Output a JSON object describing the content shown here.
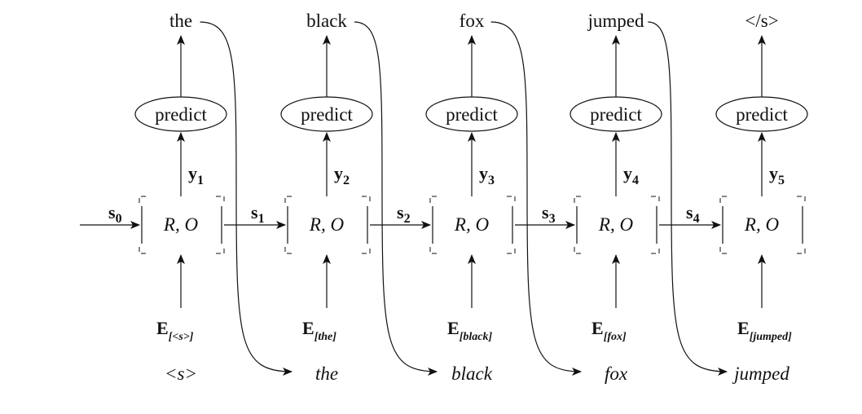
{
  "timesteps": [
    {
      "output": "the",
      "predict": "predict",
      "y_base": "y",
      "y_sub": "1",
      "cell": "R, O",
      "emb_base": "E",
      "emb_sub": "[<s>]",
      "input": "<s>"
    },
    {
      "output": "black",
      "predict": "predict",
      "y_base": "y",
      "y_sub": "2",
      "cell": "R, O",
      "emb_base": "E",
      "emb_sub": "[the]",
      "input": "the"
    },
    {
      "output": "fox",
      "predict": "predict",
      "y_base": "y",
      "y_sub": "3",
      "cell": "R, O",
      "emb_base": "E",
      "emb_sub": "[black]",
      "input": "black"
    },
    {
      "output": "jumped",
      "predict": "predict",
      "y_base": "y",
      "y_sub": "4",
      "cell": "R, O",
      "emb_base": "E",
      "emb_sub": "[fox]",
      "input": "fox"
    },
    {
      "output": "</s>",
      "predict": "predict",
      "y_base": "y",
      "y_sub": "5",
      "cell": "R, O",
      "emb_base": "E",
      "emb_sub": "[jumped]",
      "input": "jumped"
    }
  ],
  "states": [
    {
      "base": "s",
      "sub": "0"
    },
    {
      "base": "s",
      "sub": "1"
    },
    {
      "base": "s",
      "sub": "2"
    },
    {
      "base": "s",
      "sub": "3"
    },
    {
      "base": "s",
      "sub": "4"
    }
  ]
}
